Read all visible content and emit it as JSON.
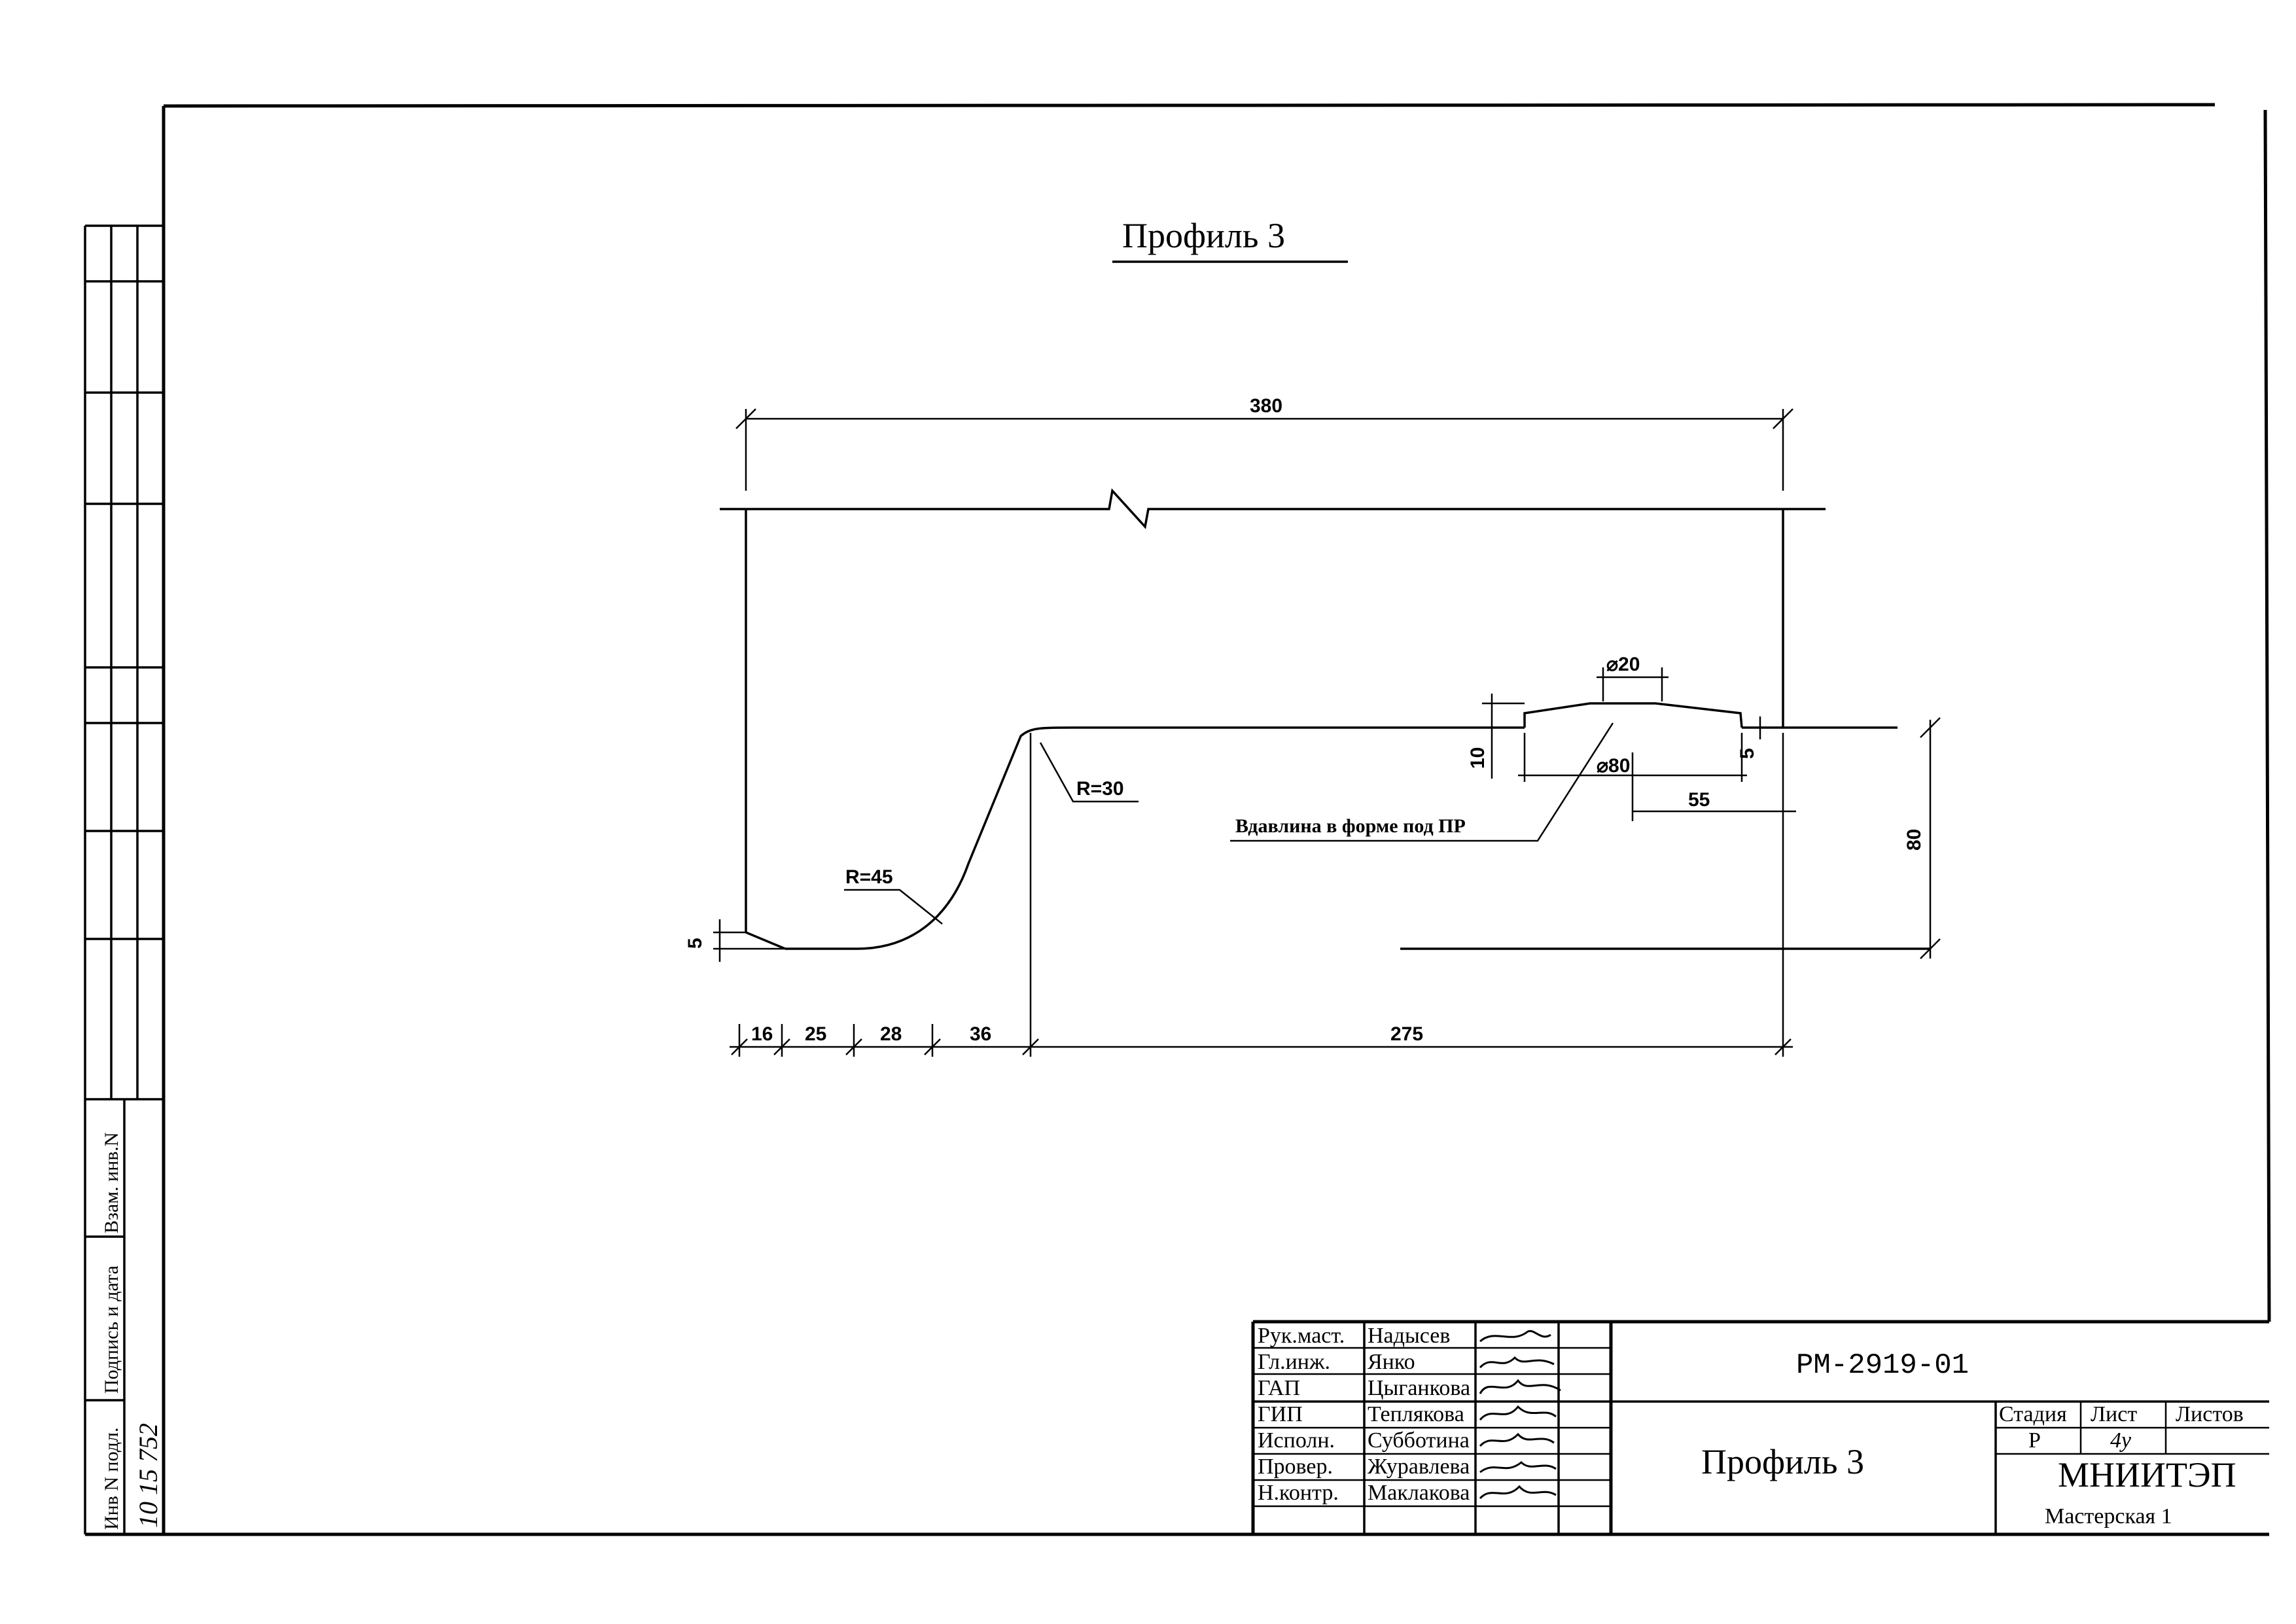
{
  "title": "Профиль 3",
  "dimensions": {
    "total_width": "380",
    "seg_16": "16",
    "seg_25": "25",
    "seg_28": "28",
    "seg_36": "36",
    "seg_275": "275",
    "height_80": "80",
    "left_5": "5",
    "dia_20": "⌀20",
    "dia_80": "⌀80",
    "depth_10": "10",
    "right_5": "5",
    "offset_55": "55",
    "radius_45": "R=45",
    "radius_30": "R=30"
  },
  "annotation": "Вдавлина в форме под ПР",
  "side_stamp": {
    "inv_label": "Инв N подл.",
    "sign_label": "Подпись и дата",
    "vzam_label": "Взам. инв.N",
    "inv_number": "10 15 752"
  },
  "title_block": {
    "roles": [
      "Рук.маст.",
      "Гл.инж.",
      "ГАП",
      "ГИП",
      "Исполн.",
      "Провер.",
      "Н.контр."
    ],
    "names": [
      "Надысев",
      "Янко",
      "Цыганкова",
      "Теплякова",
      "Субботина",
      "Журавлева",
      "Маклакова"
    ],
    "doc_code": "РМ-2919-01",
    "sheet_title": "Профиль 3",
    "stage_label": "Стадия",
    "sheet_label": "Лист",
    "sheets_label": "Листов",
    "stage_value": "Р",
    "sheet_value": "4у",
    "org": "МНИИТЭП",
    "workshop": "Мастерская 1"
  }
}
